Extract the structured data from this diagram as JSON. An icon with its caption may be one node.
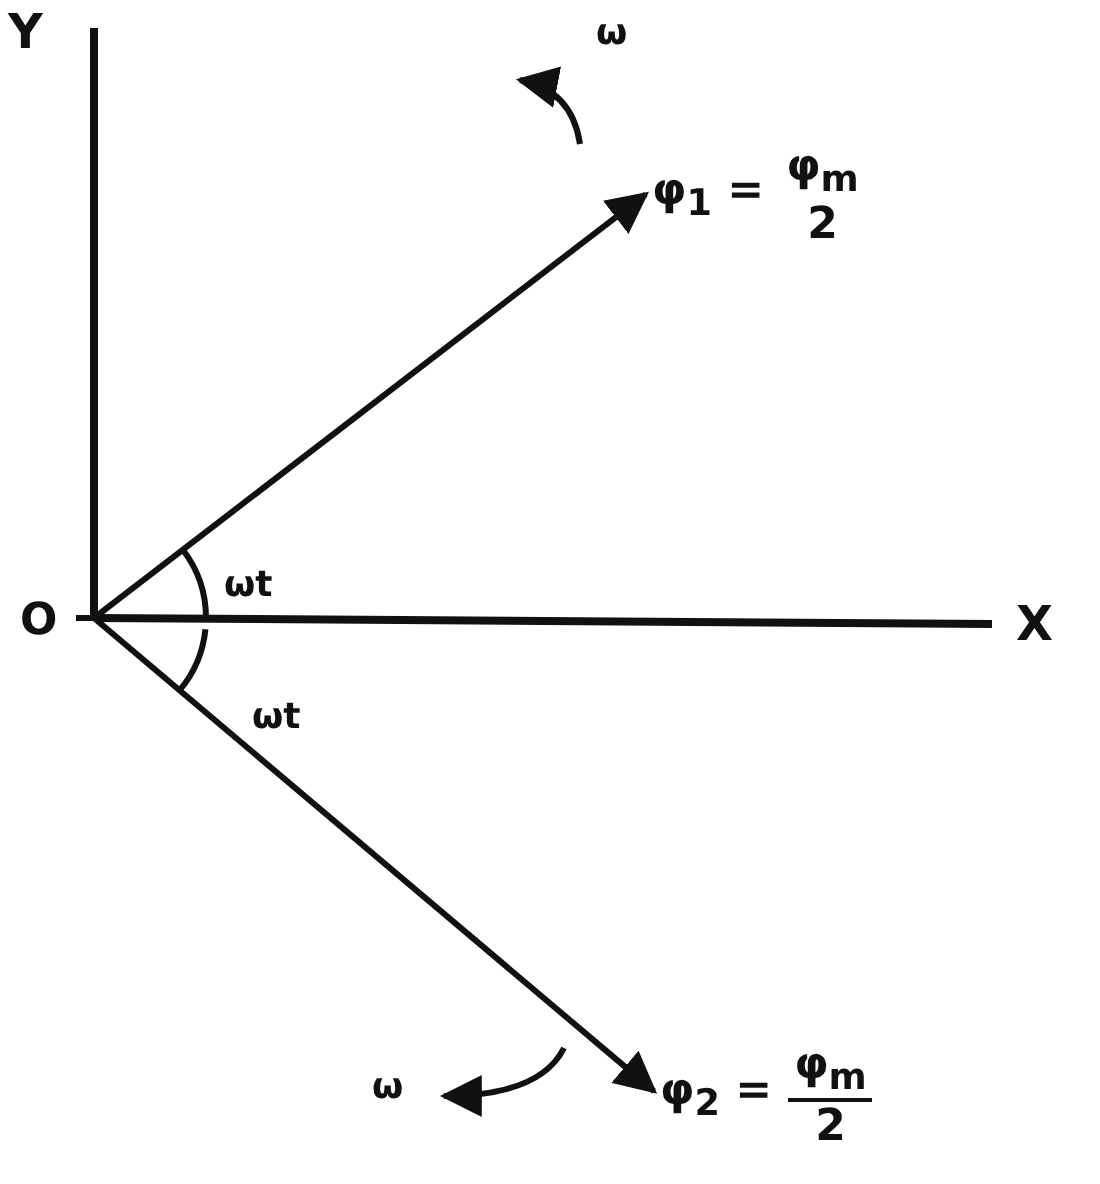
{
  "diagram": {
    "nodes": [
      {
        "text": [
          "O"
        ]
      },
      {
        "text": [
          "φ$_{1}$ =",
          "φ$_{m}$",
          "2"
        ]
      },
      {
        "text": [
          "φ$_{2}$ =",
          "φ$_{m}$",
          "2"
        ]
      }
    ],
    "edges": [
      {
        "from": 0,
        "to": 1,
        "arrow": "to"
      },
      {
        "from": 0,
        "to": 2,
        "arrow": "to"
      }
    ],
    "labels": [
      "Y",
      "ω",
      "ωt",
      "X",
      "ωt",
      "ω"
    ]
  }
}
